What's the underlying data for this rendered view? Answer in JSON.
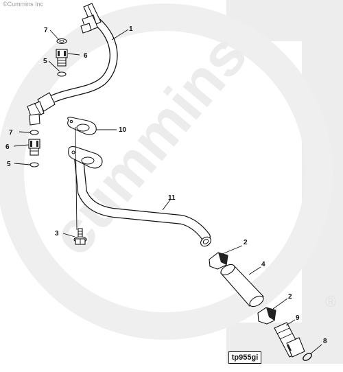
{
  "copyright": "©Cummins Inc",
  "watermark": {
    "brand": "cummins",
    "registered": "®",
    "color": "#ececec"
  },
  "figure_ref": "tp955gi",
  "callouts": [
    {
      "id": "c7a",
      "label": "7"
    },
    {
      "id": "c6a",
      "label": "6"
    },
    {
      "id": "c5a",
      "label": "5"
    },
    {
      "id": "c1",
      "label": "1"
    },
    {
      "id": "c7b",
      "label": "7"
    },
    {
      "id": "c6b",
      "label": "6"
    },
    {
      "id": "c5b",
      "label": "5"
    },
    {
      "id": "c10",
      "label": "10"
    },
    {
      "id": "c11",
      "label": "11"
    },
    {
      "id": "c3",
      "label": "3"
    },
    {
      "id": "c2a",
      "label": "2"
    },
    {
      "id": "c4",
      "label": "4"
    },
    {
      "id": "c2b",
      "label": "2"
    },
    {
      "id": "c9",
      "label": "9"
    },
    {
      "id": "c8",
      "label": "8"
    }
  ]
}
